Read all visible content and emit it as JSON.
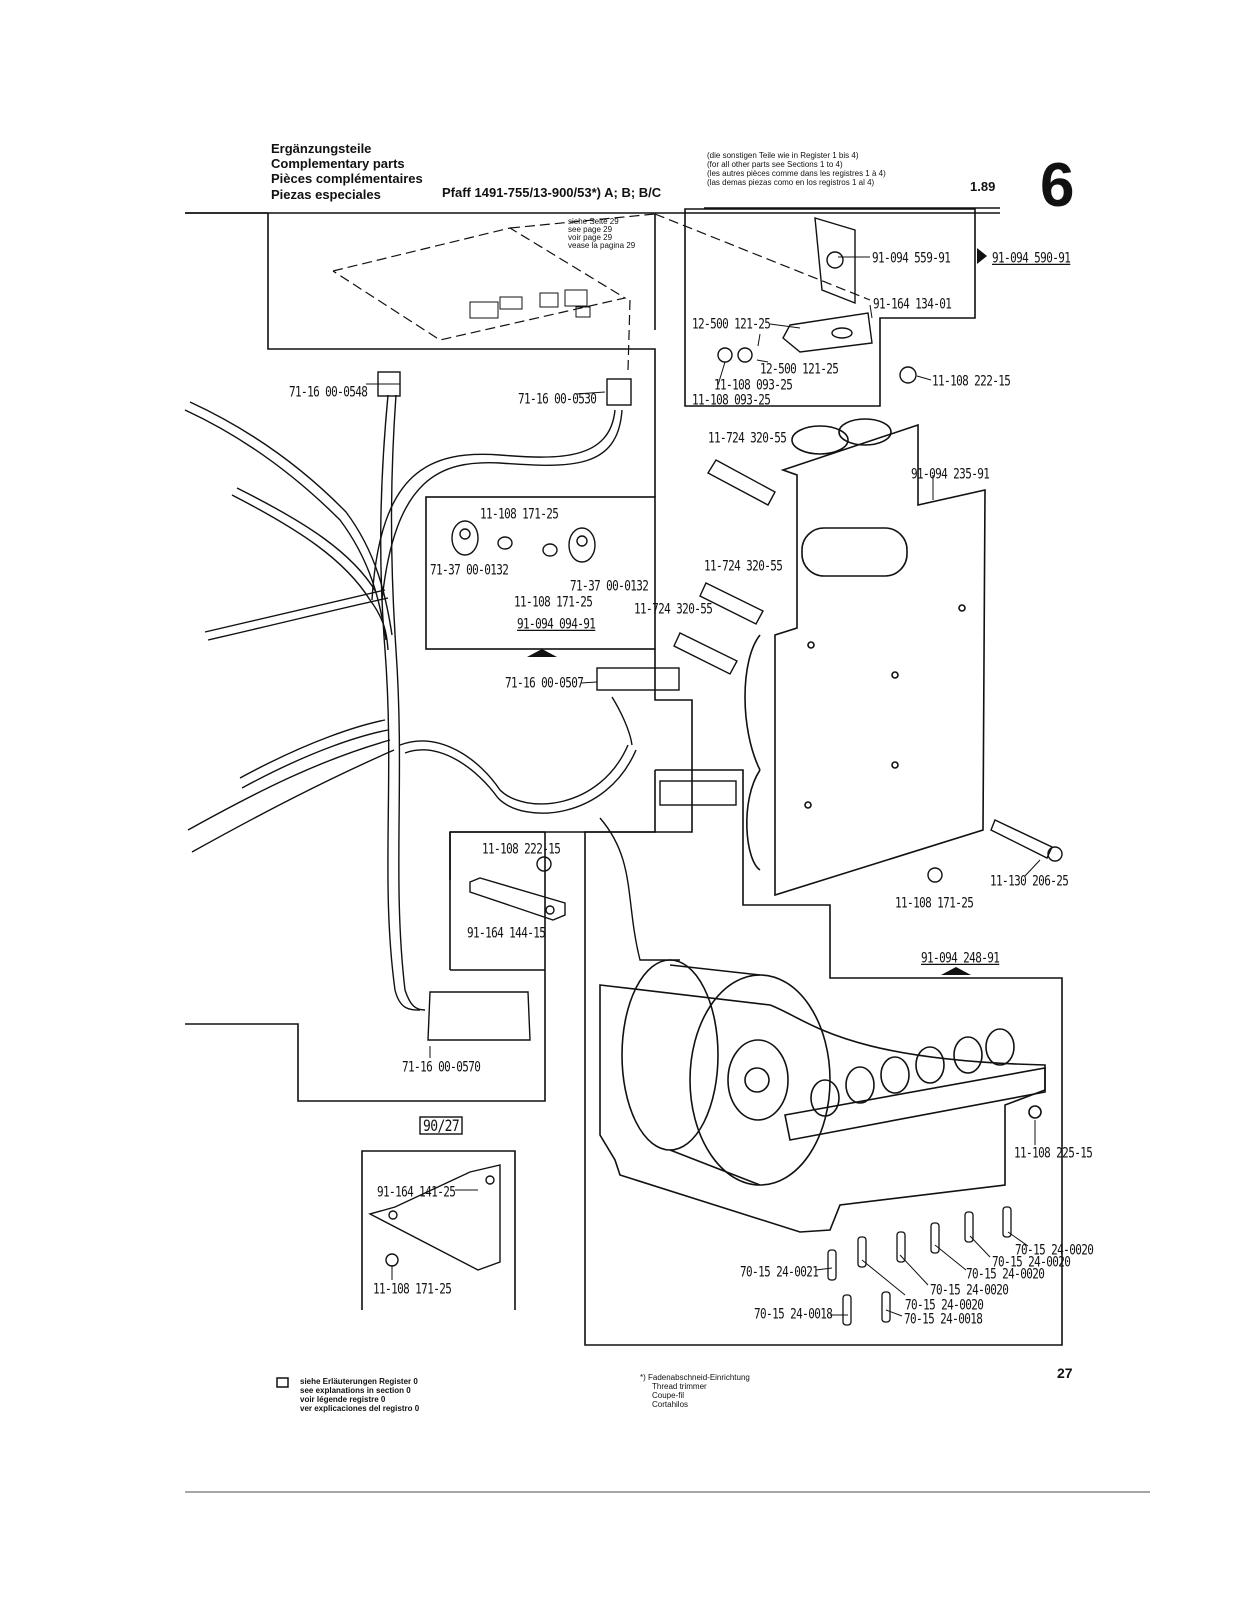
{
  "header": {
    "titles": [
      "Ergänzungsteile",
      "Complementary parts",
      "Pièces complémentaires",
      "Piezas especiales"
    ],
    "model": "Pfaff 1491-755/13-900/53*) A; B; B/C",
    "notes": [
      "(die sonstigen Teile wie in Register 1 bis 4)",
      "(for all other parts see Sections 1 to 4)",
      "(les autres pièces comme dans les registres 1 à 4)",
      "(las demas piezas como en los registros 1 al 4)"
    ],
    "date": "1.89",
    "section": "6"
  },
  "page_ref": [
    "siehe Seite 29",
    "see page 29",
    "voir page 29",
    "vease la pagina 29"
  ],
  "parts": {
    "p1": "91-094 559-91",
    "p2": "91-094 590-91",
    "p3": "91-164 134-01",
    "p4": "12-500 121-25",
    "p5": "12-500 121-25",
    "p6": "11-108 093-25",
    "p7": "11-108 093-25",
    "p8": "11-108 222-15",
    "p9": "71-16 00-0548",
    "p10": "71-16 00-0530",
    "p11": "11-724 320-55",
    "p12": "91-094 235-91",
    "p13": "11-108 171-25",
    "p14": "71-37 00-0132",
    "p15": "71-37 00-0132",
    "p16": "11-108 171-25",
    "p17": "91-094 094-91",
    "p18": "11-724 320-55",
    "p19": "11-724 320-55",
    "p20": "71-16 00-0507",
    "p21": "11-108 222-15",
    "p22": "91-164 144-15",
    "p23": "11-130 206-25",
    "p24": "11-108 171-25",
    "p25": "91-094 248-91",
    "p26": "71-16 00-0570",
    "p27": "11-108 225-15",
    "p28": "90/27",
    "p29": "91-164 141-25",
    "p30": "11-108 171-25",
    "p31": "70-15 24-0020",
    "p32": "70-15 24-0020",
    "p33": "70-15 24-0021",
    "p34": "70-15 24-0020",
    "p35": "70-15 24-0020",
    "p36": "70-15 24-0020",
    "p37": "70-15 24-0018",
    "p38": "70-15 24-0018"
  },
  "footer": {
    "legend": [
      "siehe Erläuterungen Register 0",
      "see explanations in section 0",
      "voir légende registre 0",
      "ver explicaciones del registro 0"
    ],
    "footnote": [
      "*) Fadenabschneid-Einrichtung",
      "Thread trimmer",
      "Coupe-fil",
      "Cortahilos"
    ],
    "page_number": "27"
  }
}
